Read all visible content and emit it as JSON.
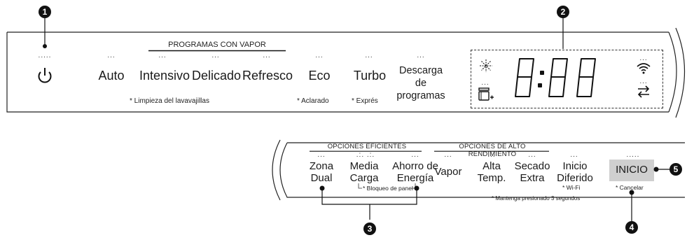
{
  "callouts": {
    "c1": "1",
    "c2": "2",
    "c3": "3",
    "c4": "4",
    "c5": "5"
  },
  "top_panel": {
    "steam_group_label": "PROGRAMAS CON VAPOR",
    "programs": [
      "Auto",
      "Intensivo",
      "Delicado",
      "Refresco",
      "Eco",
      "Turbo",
      "Descarga de programas"
    ],
    "notes": {
      "machine_clean": "* Limpieza del lavavajillas",
      "rinse": "* Aclarado",
      "express": "* Exprés"
    },
    "display": {
      "digits": "8:88"
    },
    "icons": [
      "power-icon",
      "sparkle-icon",
      "dispenser-icon",
      "wifi-icon",
      "remote-icon"
    ]
  },
  "bottom_panel": {
    "efficient_label": "OPCIONES EFICIENTES",
    "performance_label": "OPCIONES DE ALTO RENDIMIENTO",
    "options": {
      "zona_l1": "Zona",
      "zona_l2": "Dual",
      "media_l1": "Media",
      "media_l2": "Carga",
      "ahorro_l1": "Ahorro de",
      "ahorro_l2": "Energía",
      "vapor": "Vapor",
      "alta_l1": "Alta",
      "alta_l2": "Temp.",
      "secado_l1": "Secado",
      "secado_l2": "Extra",
      "inicio_l1": "Inicio",
      "inicio_l2": "Diferido"
    },
    "start_button": "INICIO",
    "notes": {
      "panel_lock": "* Bloqueo de panel",
      "wifi": "* Wi-Fi",
      "cancel": "* Cancelar",
      "hold": "* Mantenga presionado 3 segundos"
    }
  }
}
